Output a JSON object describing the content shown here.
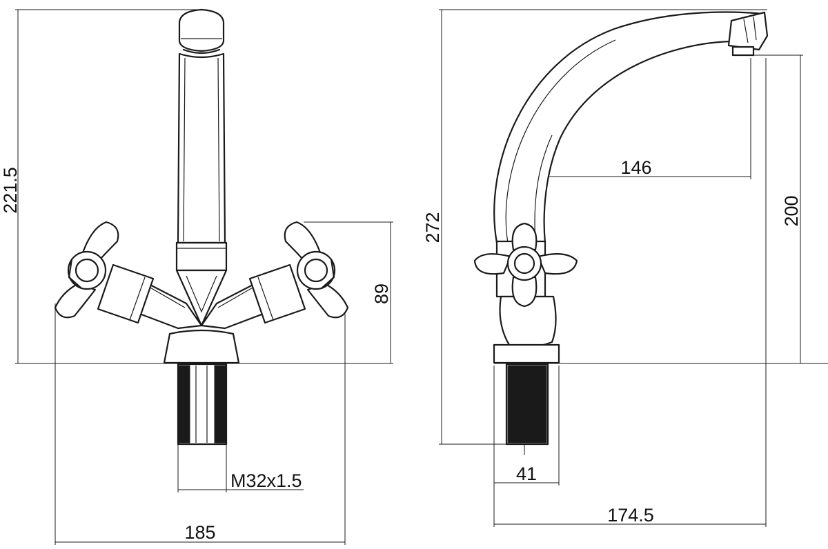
{
  "drawing": {
    "dimensions": {
      "front_height": "221.5",
      "handle_height": "89",
      "thread": "M32x1.5",
      "front_width": "185",
      "side_height": "272",
      "reach": "146",
      "spout_height": "200",
      "base_diameter": "41",
      "side_depth": "174.5"
    }
  }
}
